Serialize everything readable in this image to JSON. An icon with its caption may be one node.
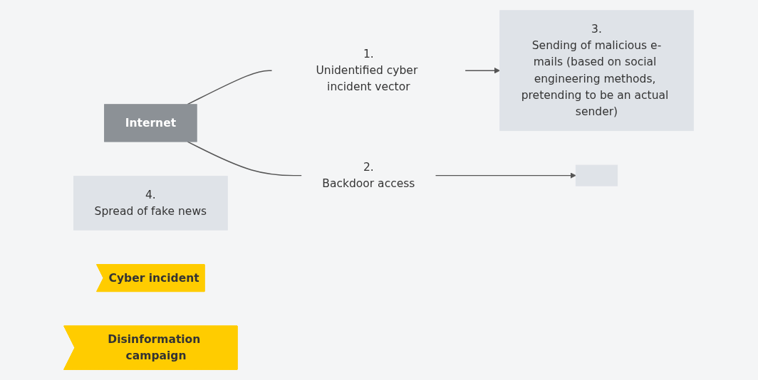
{
  "diagram": {
    "nodes": [
      {
        "text": [
          "Internet"
        ]
      },
      {
        "text": [
          "1.",
          "Unidentified cyber incident vector"
        ]
      },
      {
        "text": [
          "2.",
          "Backdoor access"
        ]
      },
      {
        "text": [],
        "shape": "box"
      },
      {
        "text": [
          "3.",
          "Sending of malicious e-mails (based on social engineering methods, pretending to be an actual sender)"
        ]
      },
      {
        "text": [
          "4.",
          "Spread of fake news"
        ]
      },
      {
        "text": [
          "Cyber incident"
        ]
      },
      {
        "text": [
          "Disinformation campaign"
        ]
      }
    ],
    "edges": [
      {
        "from": 0,
        "to": 1,
        "arrow": "none"
      },
      {
        "from": 0,
        "to": 2,
        "arrow": "none"
      },
      {
        "from": 2,
        "to": 3,
        "arrow": "to"
      },
      {
        "from": 1,
        "to": 4,
        "arrow": "to"
      }
    ]
  }
}
